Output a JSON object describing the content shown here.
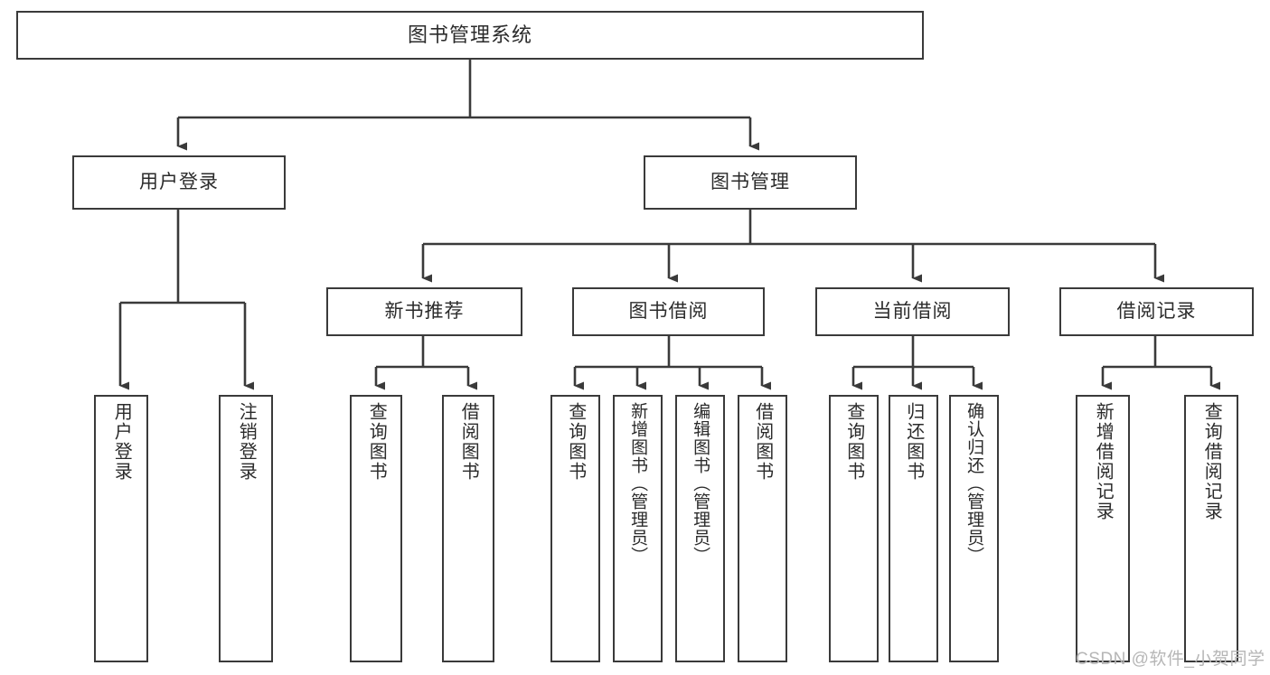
{
  "diagram": {
    "title": "图书管理系统",
    "type": "hierarchy-tree",
    "root": {
      "label": "图书管理系统"
    },
    "level2": [
      {
        "label": "用户登录"
      },
      {
        "label": "图书管理"
      }
    ],
    "level3": [
      {
        "label": "新书推荐"
      },
      {
        "label": "图书借阅"
      },
      {
        "label": "当前借阅"
      },
      {
        "label": "借阅记录"
      }
    ],
    "leaves": {
      "user_login": [
        {
          "label": "用户登录"
        },
        {
          "label": "注销登录"
        }
      ],
      "new_book_recommend": [
        {
          "label": "查询图书"
        },
        {
          "label": "借阅图书"
        }
      ],
      "book_borrow": [
        {
          "label": "查询图书"
        },
        {
          "label": "新增图书（管理员）"
        },
        {
          "label": "编辑图书（管理员）"
        },
        {
          "label": "借阅图书"
        }
      ],
      "current_borrow": [
        {
          "label": "查询图书"
        },
        {
          "label": "归还图书"
        },
        {
          "label": "确认归还（管理员）"
        }
      ],
      "borrow_record": [
        {
          "label": "新增借阅记录"
        },
        {
          "label": "查询借阅记录"
        }
      ]
    }
  },
  "watermark": {
    "text": "CSDN @软件_小贺同学"
  },
  "colors": {
    "border": "#3a3a3a",
    "text": "#2b2b2b",
    "background": "#ffffff",
    "watermark": "#b6b6b6"
  }
}
